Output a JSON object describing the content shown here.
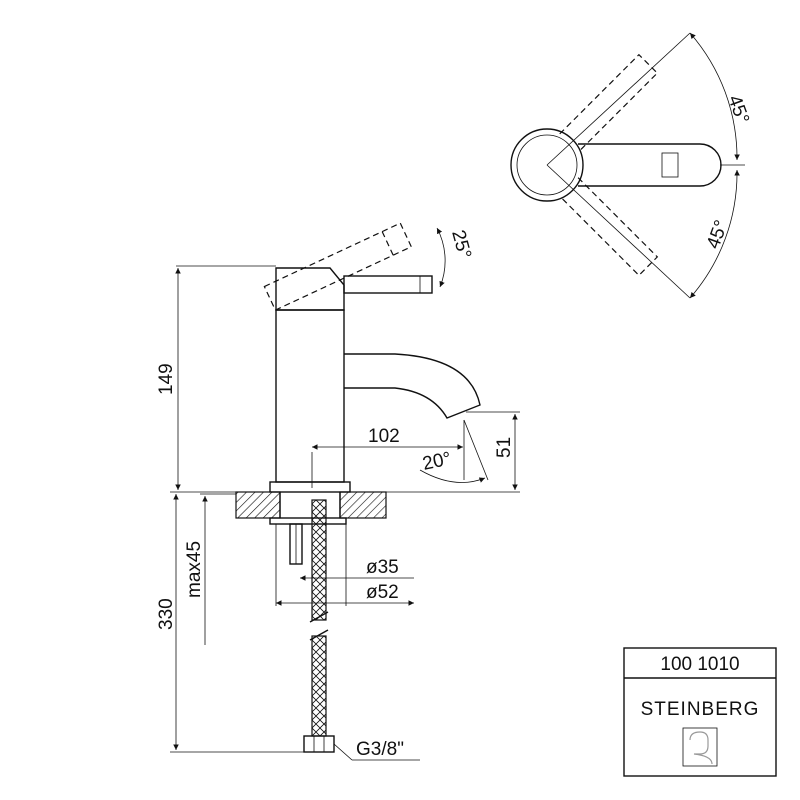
{
  "dimensions": {
    "height_total": "149",
    "reach": "102",
    "spout_height": "51",
    "spout_angle": "20°",
    "lever_tilt": "25°",
    "swing_left": "45°",
    "swing_right": "45°",
    "max_thickness": "max45",
    "hose_length": "330",
    "diameter_small": "ø35",
    "diameter_large": "ø52",
    "connection": "G3/8\""
  },
  "title_block": {
    "product_code": "100 1010",
    "brand": "STEINBERG"
  }
}
